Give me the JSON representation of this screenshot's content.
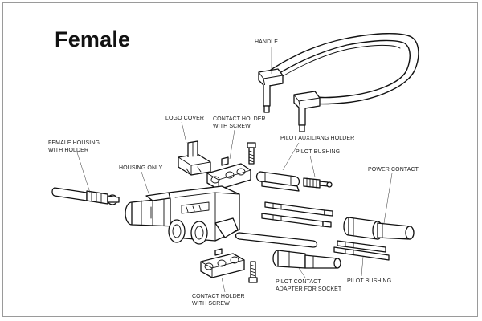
{
  "title": "Female",
  "labels": {
    "handle": "HANDLE",
    "logo_cover": "LOGO  COVER",
    "contact_holder_top": "CONTACT HOLDER\nWITH  SCREW",
    "pilot_auxiliang_holder": "PILOT AUXILIANG HOLDER",
    "female_housing": "FEMALE HOUSING\nWITH HOLDER",
    "pilot_bushing_top": "PILOT BUSHING",
    "power_contact": "POWER CONTACT",
    "housing_only": "HOUSING  ONLY",
    "pilot_contact_adapter": "PILOT CONTACT\nADAPTER FOR SOCKET",
    "pilot_bushing_bottom": "PILOT BUSHING",
    "contact_holder_bottom": "CONTACT HOLDER\nWITH SCREW"
  }
}
